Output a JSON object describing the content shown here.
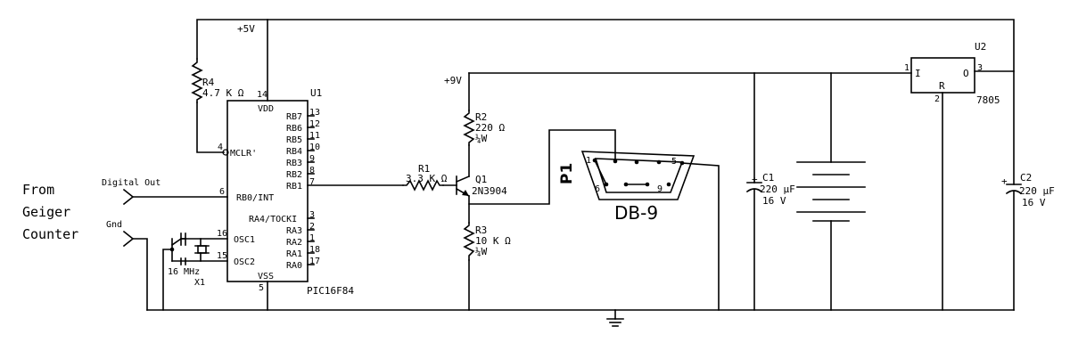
{
  "supply": {
    "v5": "+5V",
    "v9": "+9V"
  },
  "source": {
    "line1": "From",
    "line2": "Geiger",
    "line3": "Counter"
  },
  "inputs": {
    "digital_out": "Digital Out",
    "gnd": "Gnd"
  },
  "u1": {
    "ref": "U1",
    "part": "PIC16F84",
    "pins": {
      "vdd": "VDD",
      "vdd_num": "14",
      "mclr": "MCLR'",
      "mclr_num": "4",
      "rb0": "RB0/INT",
      "rb0_num": "6",
      "osc1": "OSC1",
      "osc1_num": "16",
      "osc2": "OSC2",
      "osc2_num": "15",
      "vss": "VSS",
      "vss_num": "5",
      "ra4": "RA4/TOCKI",
      "ra4_num": "3",
      "ra3": "RA3",
      "ra3_num": "2",
      "ra2": "RA2",
      "ra2_num": "1",
      "ra1": "RA1",
      "ra1_num": "18",
      "ra0": "RA0",
      "ra0_num": "17",
      "rb7": "RB7",
      "rb7_num": "13",
      "rb6": "RB6",
      "rb6_num": "12",
      "rb5": "RB5",
      "rb5_num": "11",
      "rb4": "RB4",
      "rb4_num": "10",
      "rb3": "RB3",
      "rb3_num": "9",
      "rb2": "RB2",
      "rb2_num": "8",
      "rb1": "RB1",
      "rb1_num": "7"
    }
  },
  "r4": {
    "ref": "R4",
    "value": "4.7 K Ω"
  },
  "x1": {
    "ref": "X1",
    "value": "16 MHz"
  },
  "r1": {
    "ref": "R1",
    "value": "3.3 K Ω"
  },
  "q1": {
    "ref": "Q1",
    "value": "2N3904"
  },
  "r2": {
    "ref": "R2",
    "value": "220 Ω",
    "power": "¼W"
  },
  "r3": {
    "ref": "R3",
    "value": "10 K Ω",
    "power": "¼W"
  },
  "p1": {
    "ref": "P1",
    "name": "DB-9",
    "pin1": "1",
    "pin5": "5",
    "pin6": "6",
    "pin9": "9"
  },
  "c1": {
    "ref": "C1",
    "value": "220 µF",
    "voltage": "16 V"
  },
  "c2": {
    "ref": "C2",
    "value": "220 µF",
    "voltage": "16 V"
  },
  "u2": {
    "ref": "U2",
    "part": "7805",
    "in": "I",
    "out": "O",
    "gnd": "R",
    "pin1": "1",
    "pin2": "2",
    "pin3": "3"
  }
}
